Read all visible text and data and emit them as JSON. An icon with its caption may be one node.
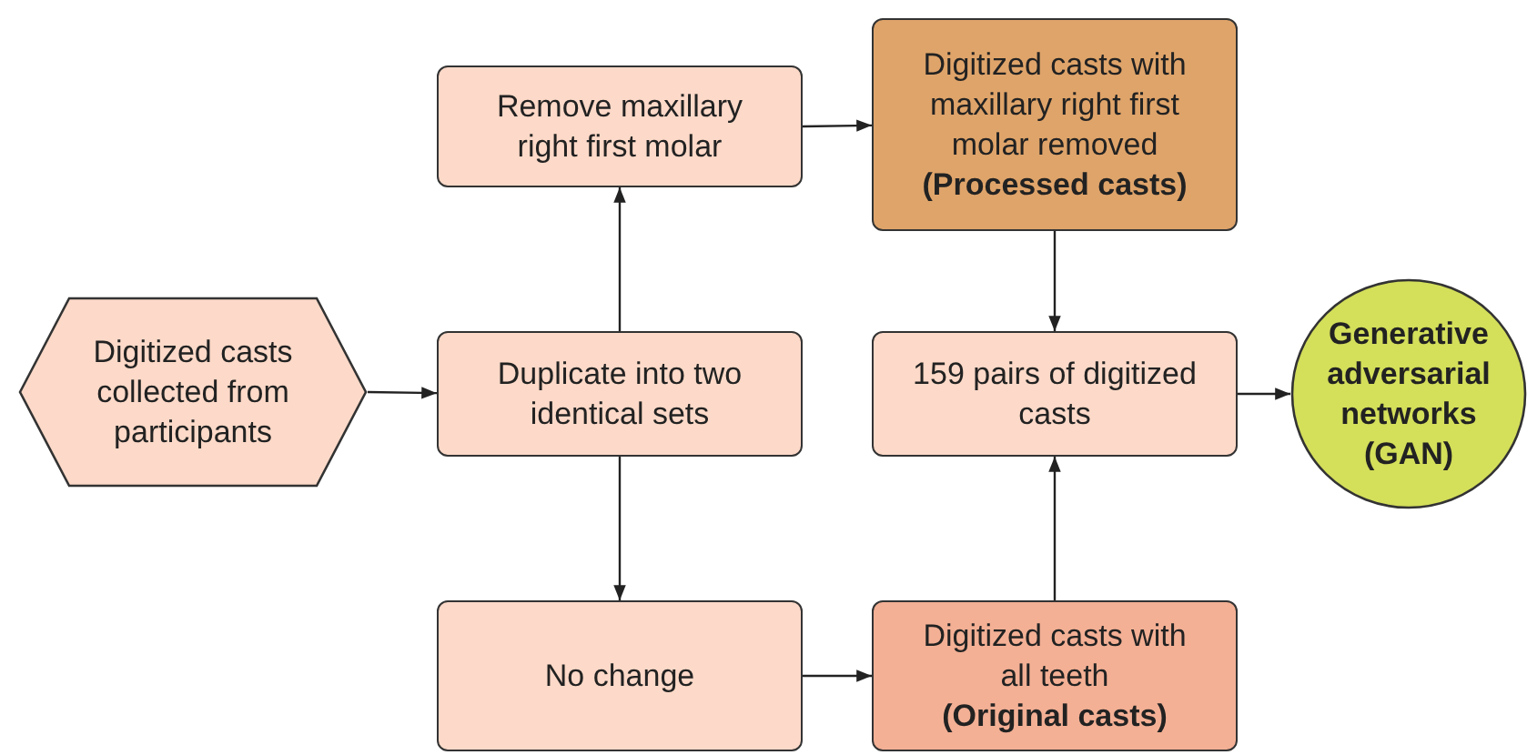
{
  "diagram": {
    "nodes": [
      {
        "text": [
          "Digitized casts collected from participants"
        ]
      },
      {
        "text": [
          "Remove maxillary right first molar"
        ]
      },
      {
        "text": [
          "Duplicate into two identical sets"
        ]
      },
      {
        "text": [
          "No change"
        ]
      },
      {
        "text": [
          "Digitized casts with maxillary right first molar removed",
          "(Processed casts)"
        ]
      },
      {
        "text": [
          "159 pairs of digitized casts"
        ]
      },
      {
        "text": [
          "Digitized casts with all teeth",
          "(Original casts)"
        ]
      },
      {
        "text": [
          "Generative adversarial networks (GAN)"
        ]
      }
    ],
    "edges": [
      {
        "from": 0,
        "to": 2,
        "arrow": "to"
      },
      {
        "from": 2,
        "to": 1,
        "arrow": "to"
      },
      {
        "from": 1,
        "to": 4,
        "arrow": "to"
      },
      {
        "from": 2,
        "to": 3,
        "arrow": "to"
      },
      {
        "from": 3,
        "to": 6,
        "arrow": "to"
      },
      {
        "from": 4,
        "to": 5,
        "arrow": "to"
      },
      {
        "from": 6,
        "to": 5,
        "arrow": "to"
      },
      {
        "from": 5,
        "to": 7,
        "arrow": "to"
      }
    ]
  }
}
